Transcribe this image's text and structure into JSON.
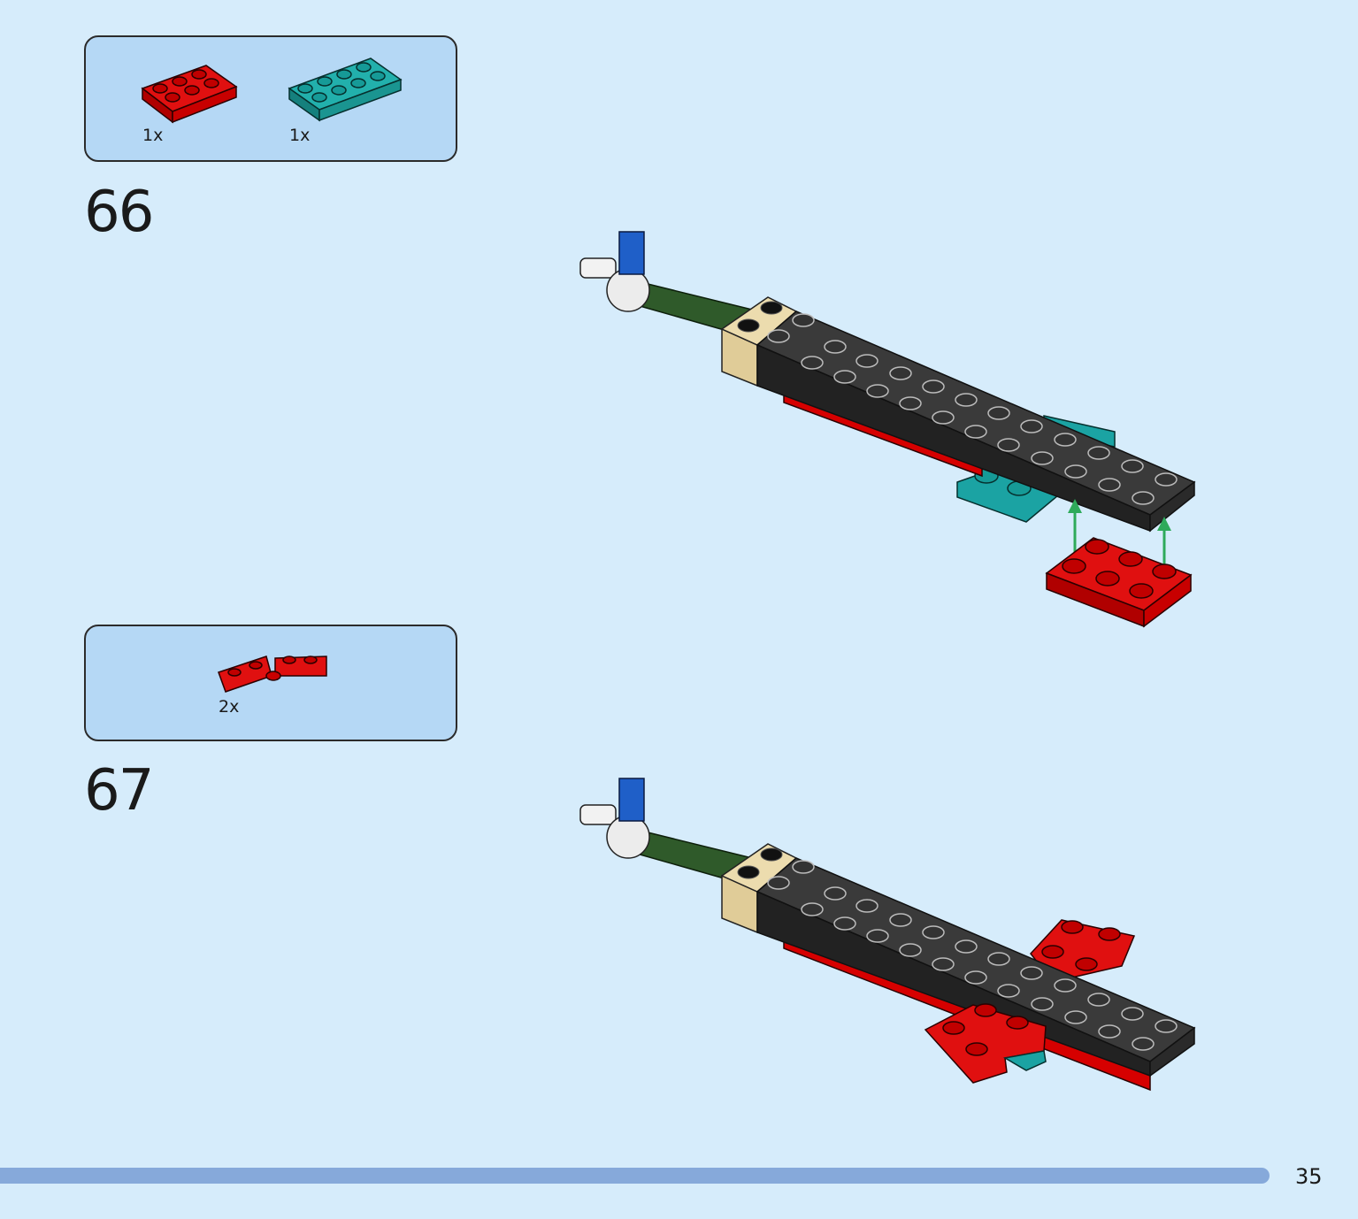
{
  "steps": [
    {
      "number": "66",
      "parts": [
        {
          "quantity": "1x",
          "icon": "red-plate-2x3-icon",
          "color": "#d60000"
        },
        {
          "quantity": "1x",
          "icon": "teal-plate-2x4-icon",
          "color": "#1ba3a3"
        }
      ]
    },
    {
      "number": "67",
      "parts": [
        {
          "quantity": "2x",
          "icon": "red-hinge-plate-icon",
          "color": "#d60000"
        }
      ]
    }
  ],
  "arrow_color": "#2eaa5a",
  "page": {
    "number": "35"
  }
}
